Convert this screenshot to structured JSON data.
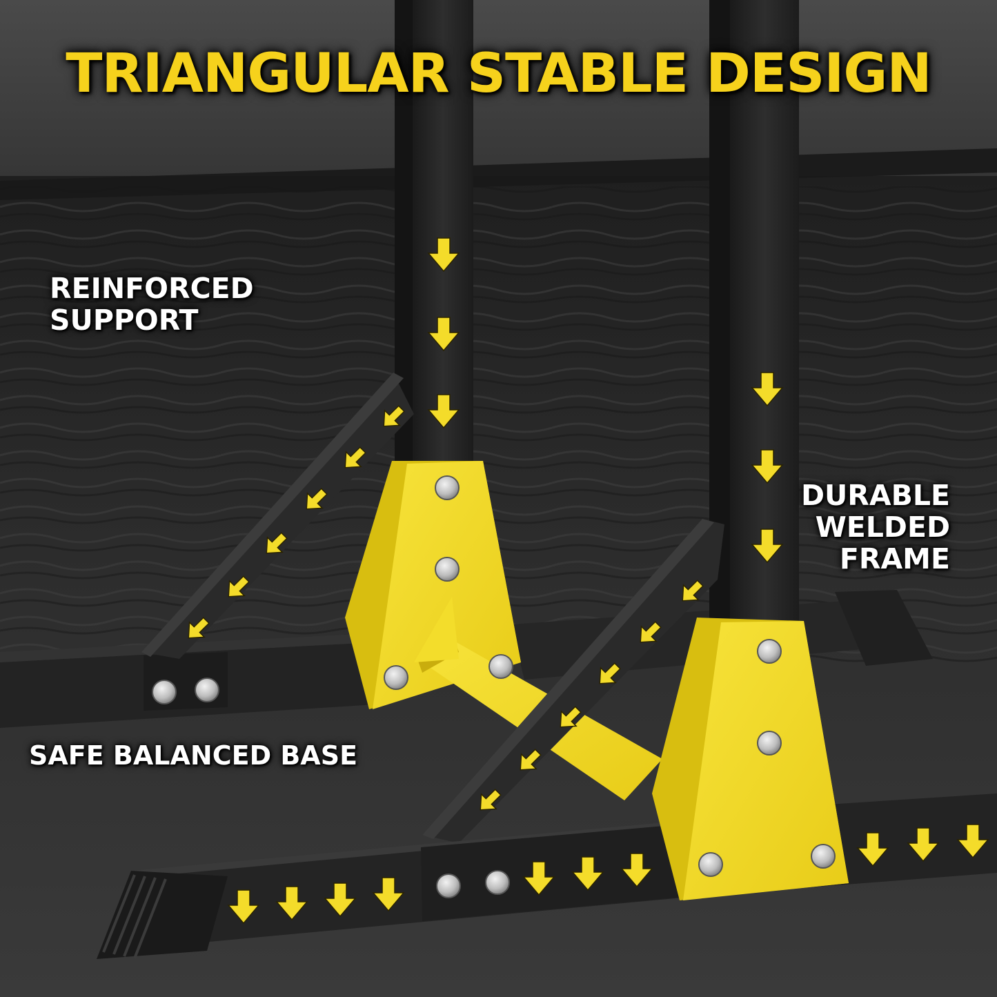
{
  "headline": "TRIANGULAR STABLE DESIGN",
  "callouts": {
    "reinforced": [
      "REINFORCED",
      "SUPPORT"
    ],
    "durable": [
      "DURABLE",
      "WELDED",
      "FRAME"
    ],
    "base": "SAFE BALANCED BASE"
  },
  "colors": {
    "accent_yellow": "#f4dc2a",
    "steel_black": "#232323",
    "label_white": "#ffffff",
    "headline_yellow": "#f6d21c"
  },
  "icons": [
    "down-arrow-icon",
    "diagonal-arrow-icon",
    "bolt-icon"
  ]
}
